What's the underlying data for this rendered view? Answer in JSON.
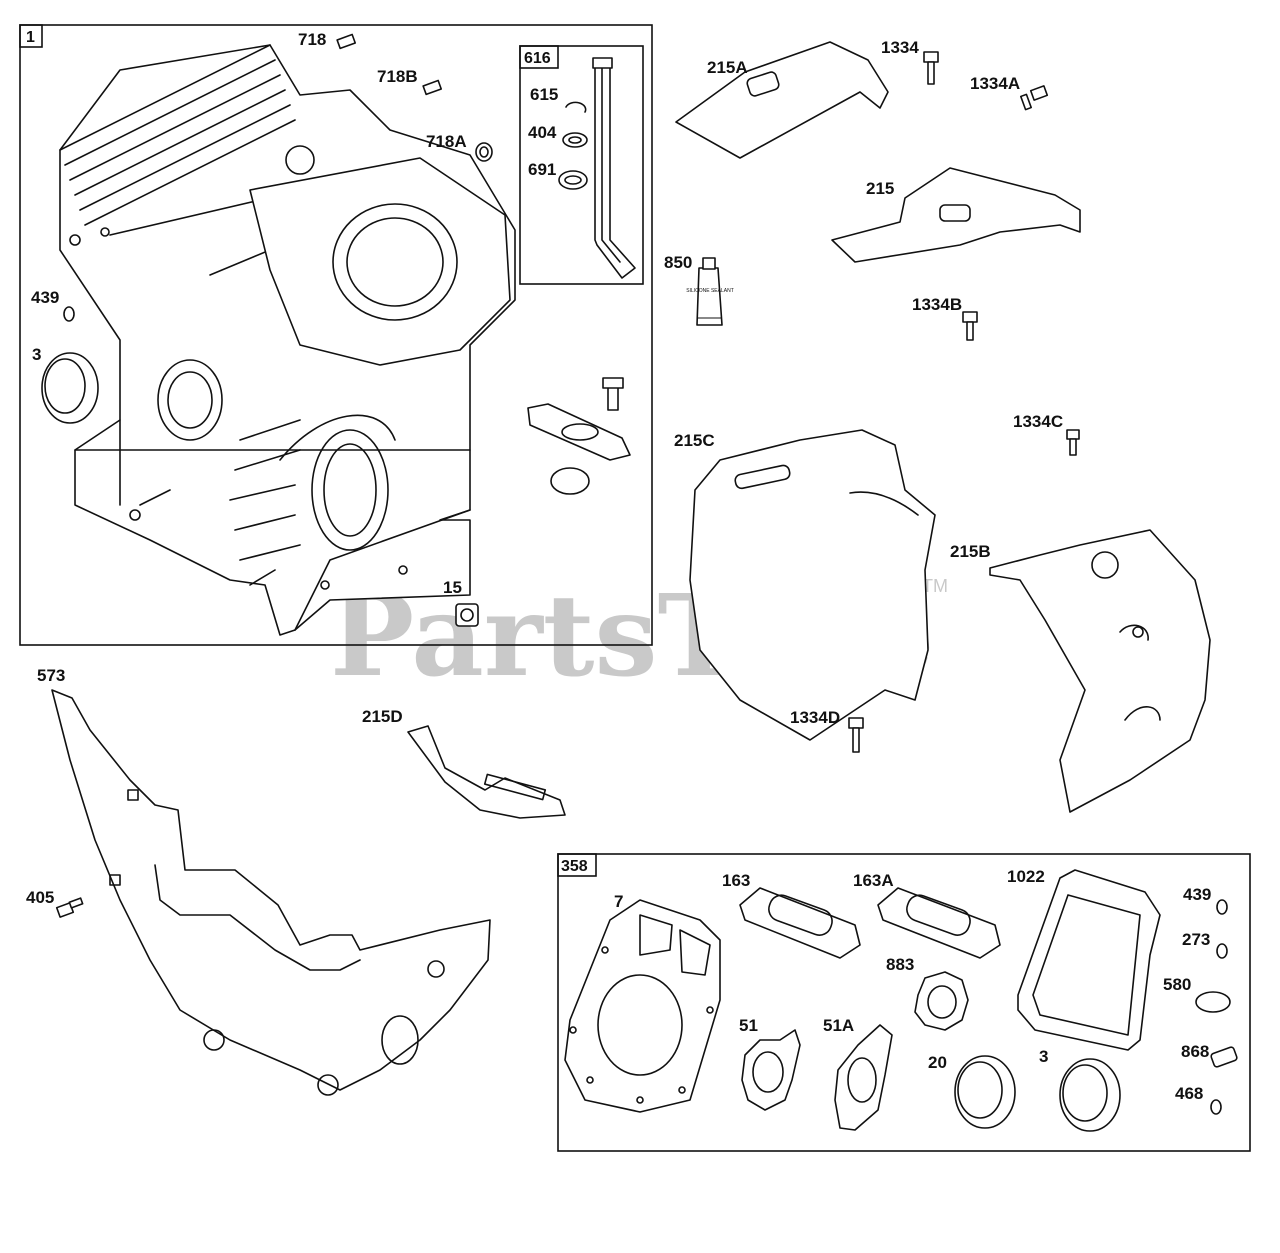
{
  "watermark": {
    "text": "PartsTree",
    "trademark": "TM"
  },
  "boxes": {
    "crankcase": "1",
    "dipstick": "616",
    "gasket_set": "358"
  },
  "labels": {
    "p718": "718",
    "p718b": "718B",
    "p718a": "718A",
    "p439_top": "439",
    "p3_top": "3",
    "p15": "15",
    "p615": "615",
    "p404": "404",
    "p691": "691",
    "p850": "850",
    "p215a": "215A",
    "p1334": "1334",
    "p1334a": "1334A",
    "p215": "215",
    "p1334b": "1334B",
    "p1334c": "1334C",
    "p215c": "215C",
    "p215b": "215B",
    "p1334d": "1334D",
    "p573": "573",
    "p215d": "215D",
    "p405": "405",
    "p7": "7",
    "p163": "163",
    "p163a": "163A",
    "p1022": "1022",
    "p439_set": "439",
    "p273": "273",
    "p580": "580",
    "p883": "883",
    "p51": "51",
    "p51a": "51A",
    "p20": "20",
    "p3_set": "3",
    "p868": "868",
    "p468": "468"
  },
  "sealant_tube_text": "SILICONE SEALANT"
}
